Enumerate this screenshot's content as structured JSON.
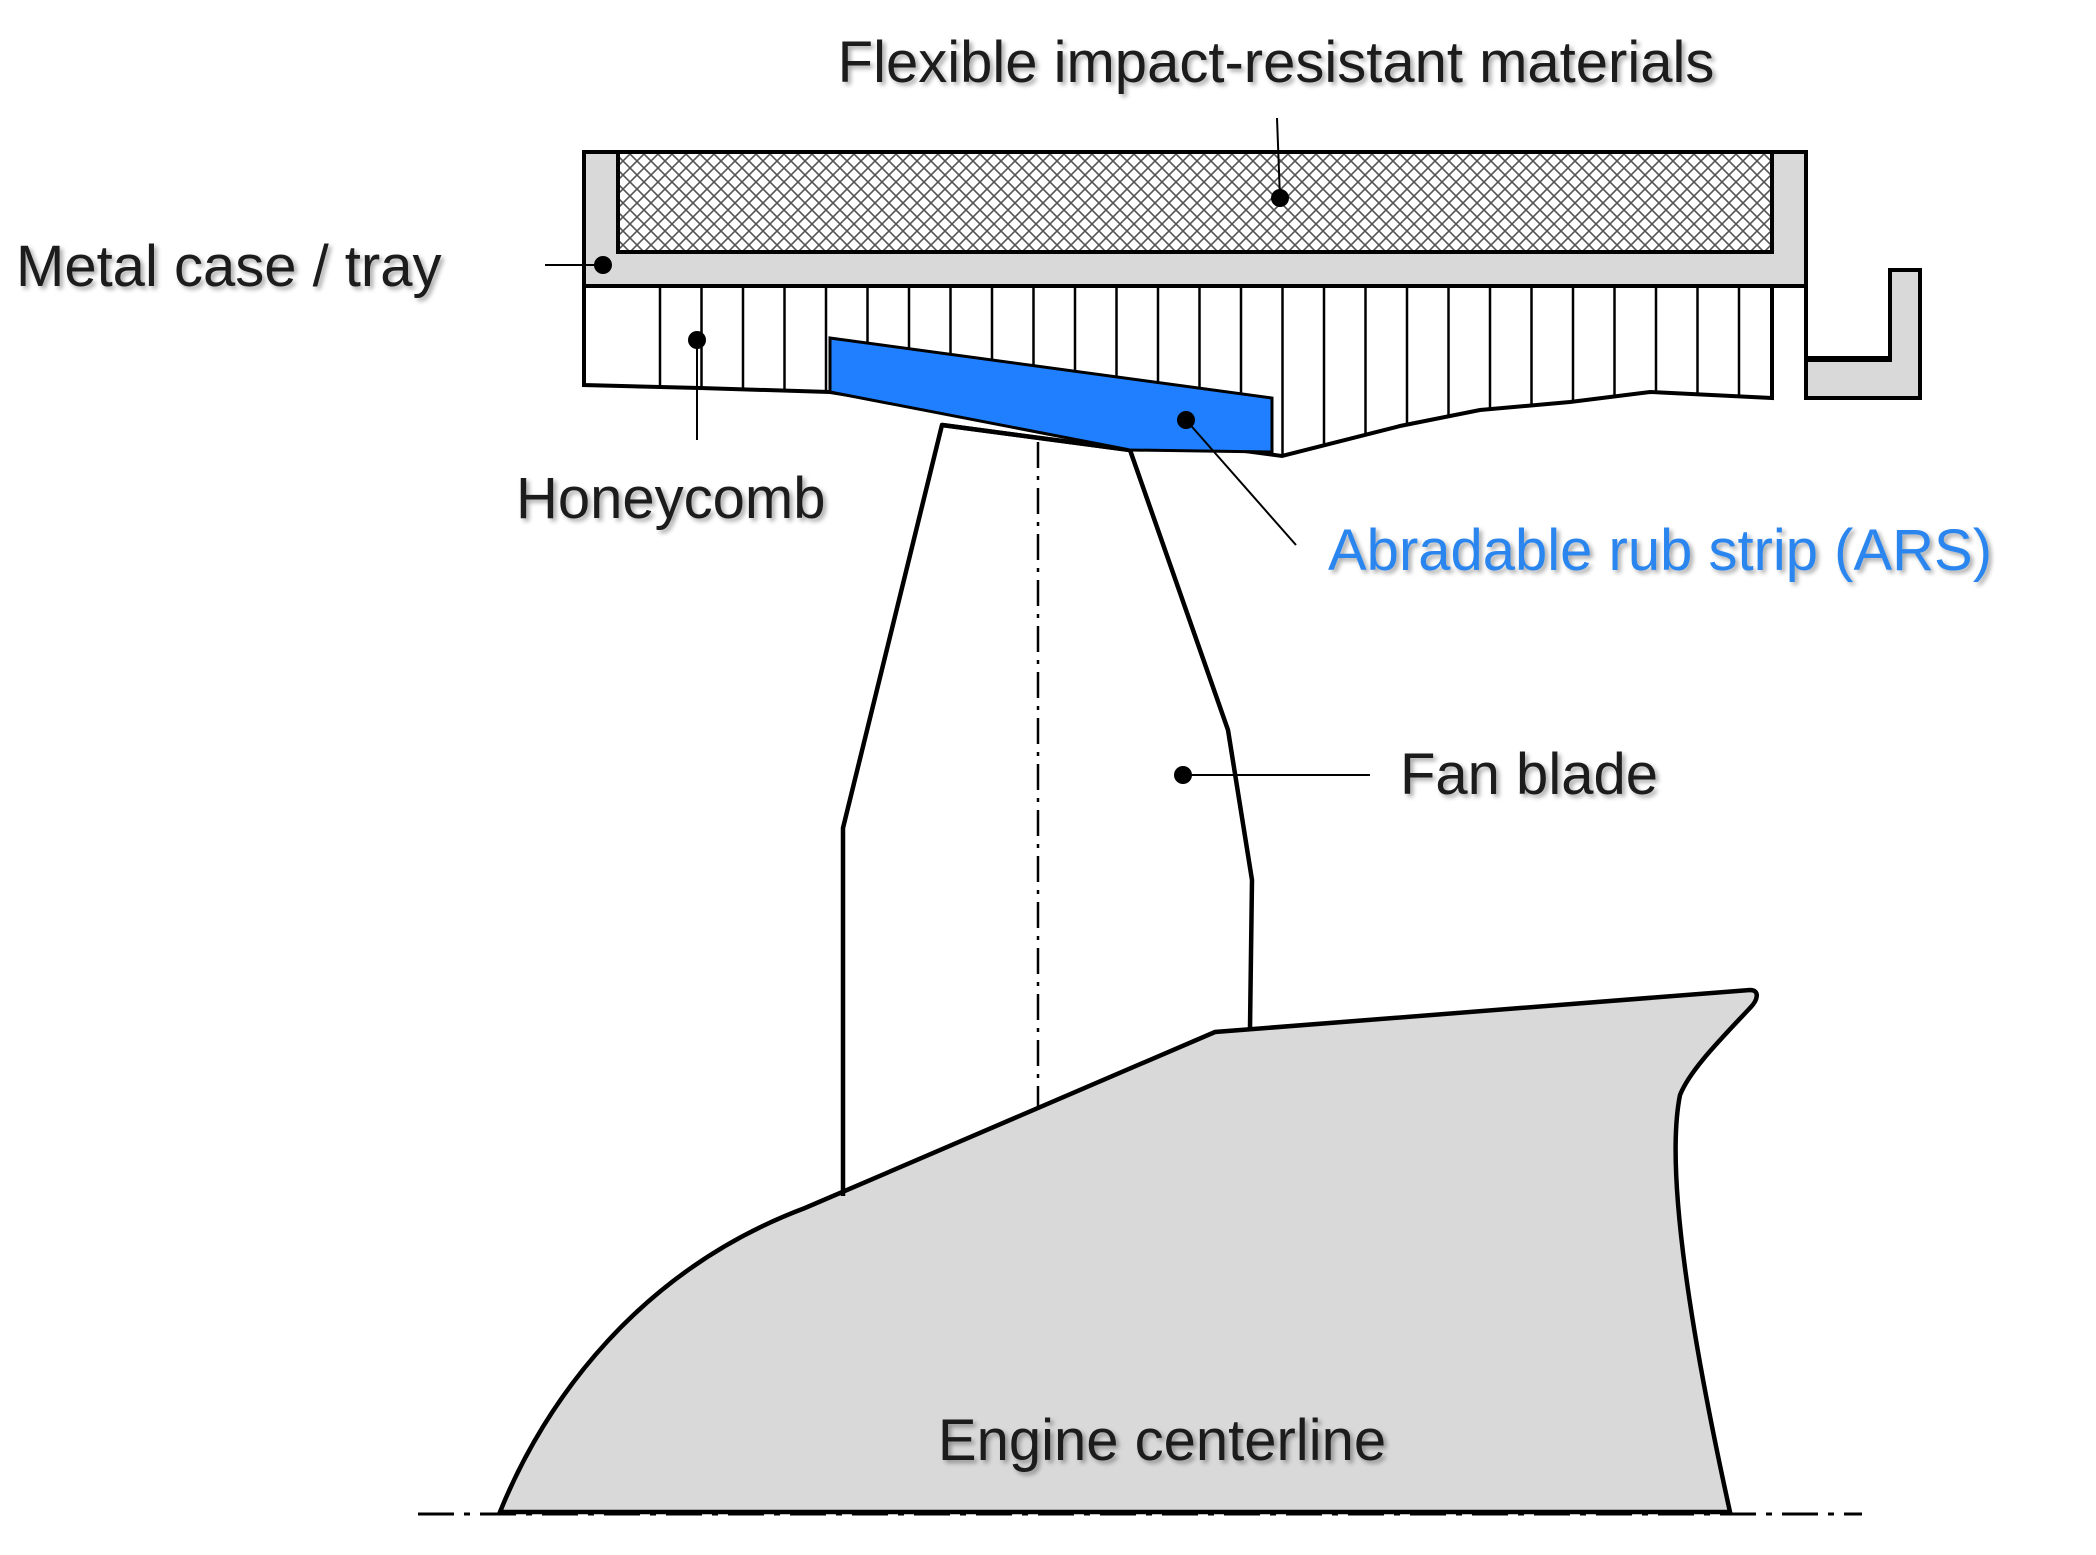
{
  "labels": {
    "flexible": "Flexible impact-resistant materials",
    "metal_case": "Metal case / tray",
    "honeycomb": "Honeycomb",
    "ars": "Abradable rub strip (ARS)",
    "fan_blade": "Fan blade",
    "engine_centerline": "Engine centerline"
  },
  "colors": {
    "ars_fill": "#1f7fff",
    "ars_text": "#2a86ee",
    "case_fill": "#d9d9d9",
    "hub_fill": "#d9d9d9",
    "line": "#000000"
  }
}
